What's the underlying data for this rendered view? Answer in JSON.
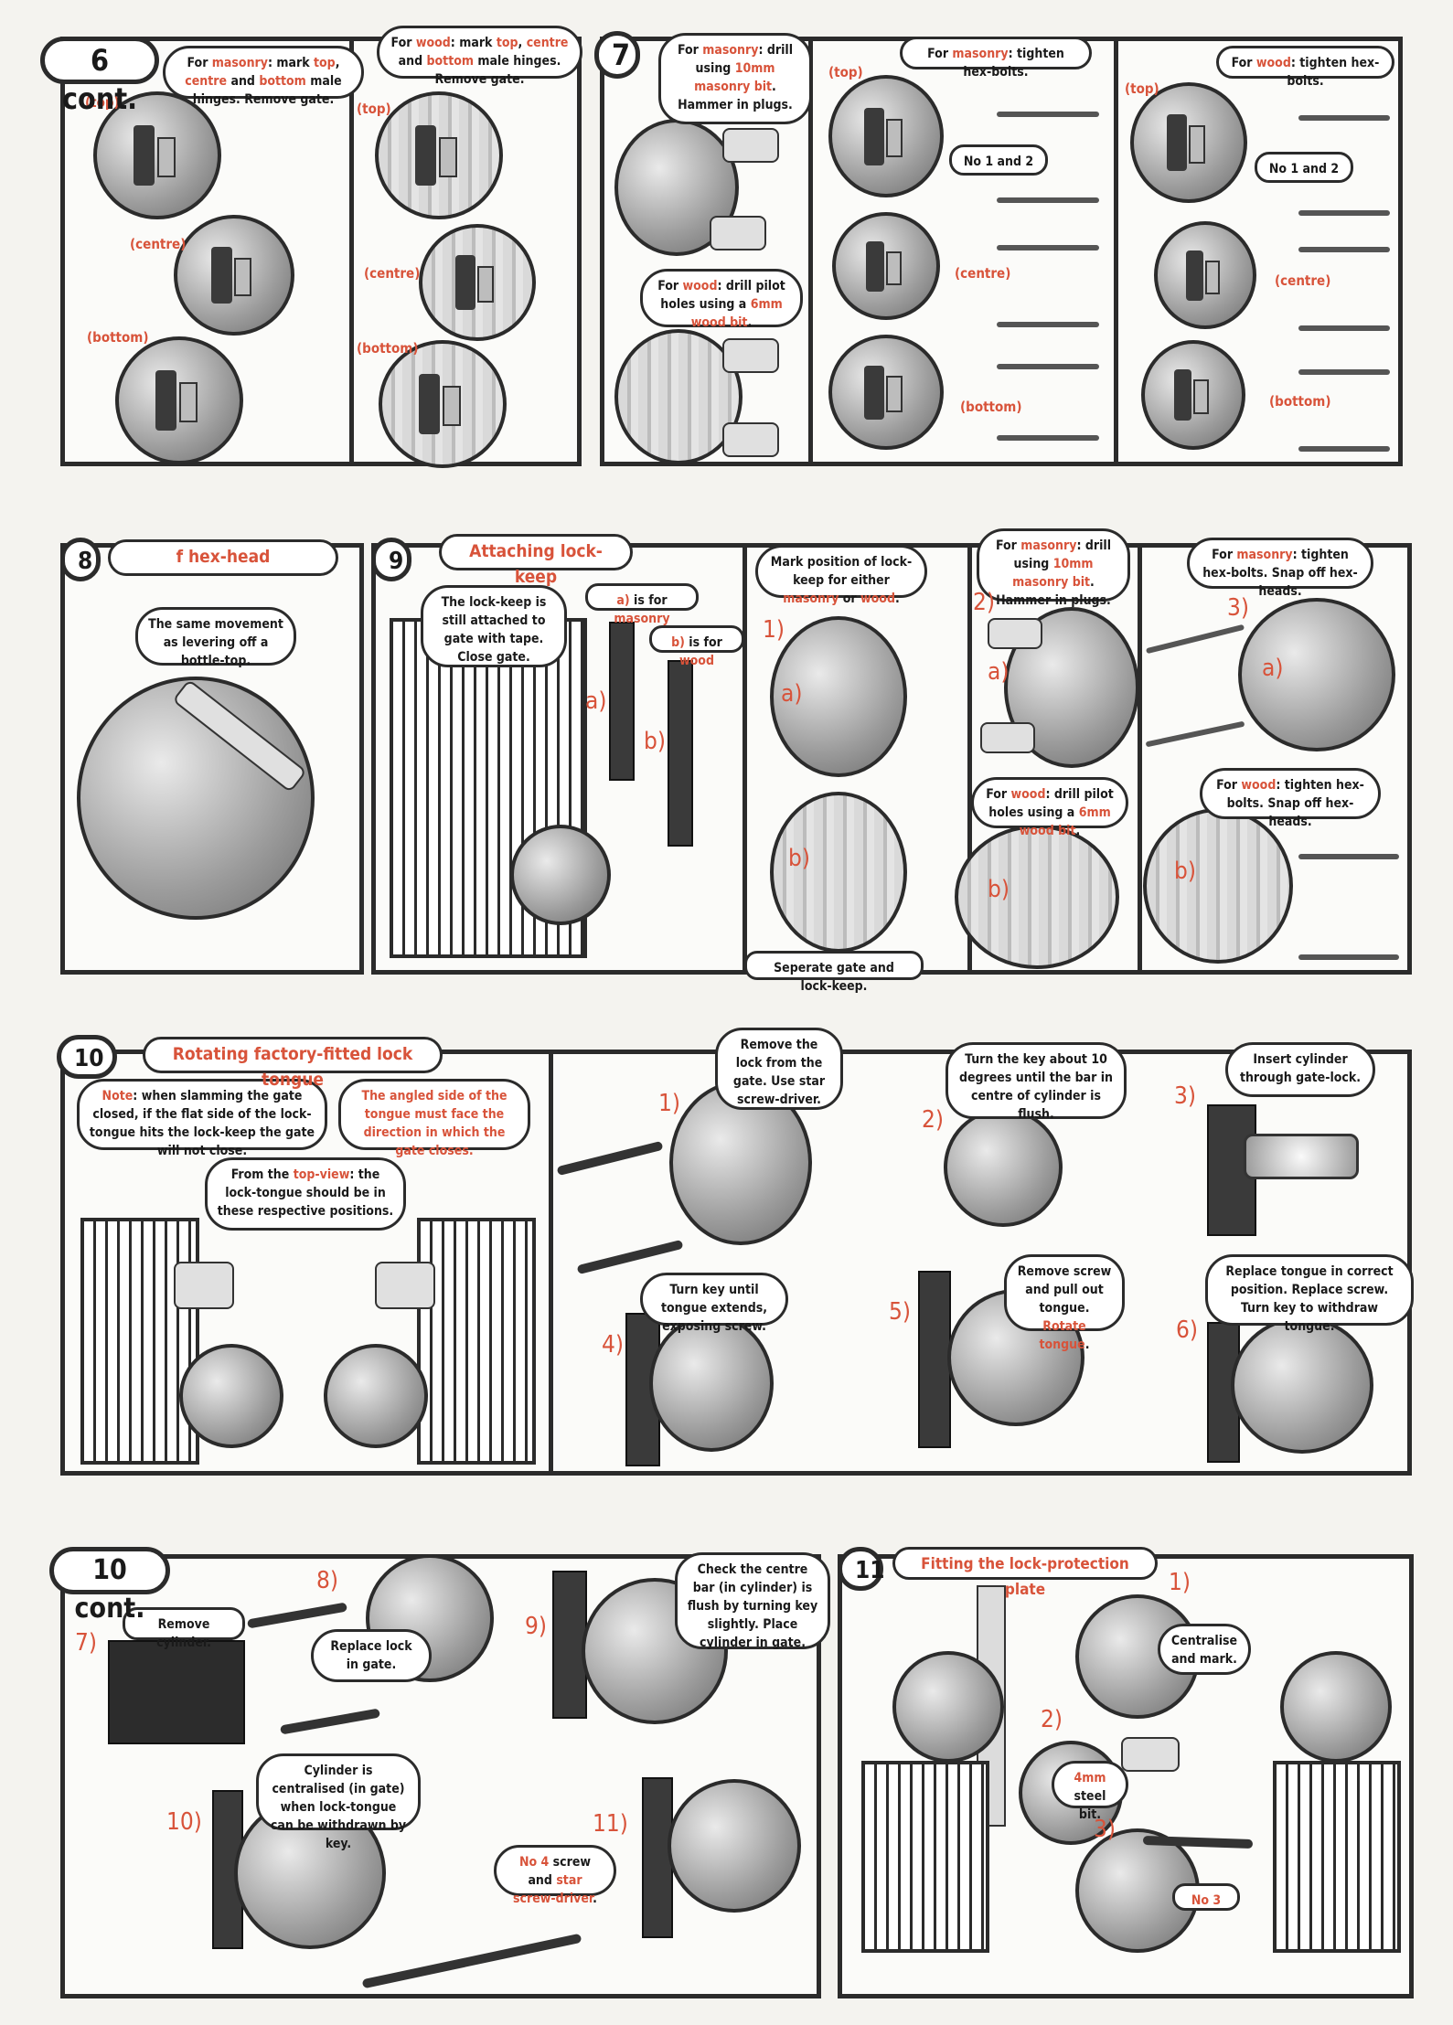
{
  "sections": {
    "s6": {
      "step": "6 cont.",
      "masonry_bubble": [
        "For ",
        "masonry",
        ": mark ",
        "top",
        ", ",
        "centre",
        " and ",
        "bottom",
        " male hinges. Remove gate."
      ],
      "wood_bubble": [
        "For ",
        "wood",
        ": mark ",
        "top",
        ", ",
        "centre",
        " and ",
        "bottom",
        " male hinges. Remove gate."
      ],
      "labels": {
        "top": "(top)",
        "centre": "(centre)",
        "bottom": "(bottom)"
      }
    },
    "s7": {
      "step": "7",
      "drill_masonry": [
        "For ",
        "masonry",
        ": drill using ",
        "10mm masonry bit",
        ". Hammer in plugs."
      ],
      "drill_wood": [
        "For ",
        "wood",
        ": drill pilot holes using a ",
        "6mm wood bit",
        "."
      ],
      "tighten_masonry": [
        "For ",
        "masonry",
        ": tighten hex-bolts."
      ],
      "tighten_wood": [
        "For ",
        "wood",
        ": tighten hex-bolts."
      ],
      "no12": "No 1 and 2",
      "labels": {
        "top": "(top)",
        "centre": "(centre)",
        "bottom": "(bottom)"
      }
    },
    "s8": {
      "step": "8",
      "title": "f hex-head",
      "bubble": "The same movement as levering off a bottle-top."
    },
    "s9": {
      "step": "9",
      "title": "Attaching lock-keep",
      "still_attached": "The lock-keep is still attached to gate with tape. Close gate.",
      "a_masonry": [
        "a)",
        " is for ",
        "masonry"
      ],
      "b_wood": [
        "b)",
        " is for ",
        "wood"
      ],
      "mark_position": [
        "Mark position of lock-keep for either ",
        "masonry",
        " or ",
        "wood",
        "."
      ],
      "drill_masonry": [
        "For ",
        "masonry",
        ": drill using ",
        "10mm masonry bit",
        ". Hammer in plugs."
      ],
      "drill_wood": [
        "For ",
        "wood",
        ": drill pilot holes using a ",
        "6mm wood bit",
        "."
      ],
      "tighten_masonry": [
        "For ",
        "masonry",
        ": tighten hex-bolts. Snap off hex-heads."
      ],
      "tighten_wood": [
        "For ",
        "wood",
        ": tighten hex-bolts. Snap off hex-heads."
      ],
      "separate": "Seperate gate and lock-keep.",
      "nums": {
        "n1": "1)",
        "n2": "2)",
        "n3": "3)",
        "a": "a)",
        "b": "b)"
      }
    },
    "s10": {
      "step": "10",
      "title": "Rotating factory-fitted lock tongue",
      "note": [
        "Note",
        ": when slamming the gate closed, if the flat side of the lock-tongue hits the lock-keep the gate will not close."
      ],
      "angled": "The angled side of the tongue must face the direction in which the gate closes.",
      "topview": [
        "From the ",
        "top-view",
        ": the lock-tongue should be in these respective positions."
      ],
      "step1": "Remove the lock from the gate. Use star screw-driver.",
      "step2": "Turn the key about 10 degrees until the bar in centre of cylinder is flush.",
      "step3": "Insert cylinder through gate-lock.",
      "step4": "Turn key until tongue extends, exposing screw.",
      "step5": [
        "Remove screw and pull out tongue. ",
        "Rotate tongue",
        "."
      ],
      "step6": "Replace tongue in correct position. Replace screw. Turn key to withdraw tongue.",
      "nums": {
        "n1": "1)",
        "n2": "2)",
        "n3": "3)",
        "n4": "4)",
        "n5": "5)",
        "n6": "6)"
      }
    },
    "s10c": {
      "step": "10 cont.",
      "remove_cyl": "Remove cylinder.",
      "replace_lock": "Replace lock in gate.",
      "check_bar": "Check the centre bar (in cylinder) is flush by turning key slightly. Place cylinder in gate.",
      "centralised": "Cylinder is centralised (in gate) when lock-tongue can be withdrawn by key.",
      "no4": [
        "No 4",
        " screw and ",
        "star screw-driver",
        "."
      ],
      "nums": {
        "n7": "7)",
        "n8": "8)",
        "n9": "9)",
        "n10": "10)",
        "n11": "11)"
      }
    },
    "s11": {
      "step": "11",
      "title": "Fitting the lock-protection plate",
      "centralise": "Centralise and mark.",
      "steel": [
        "4mm",
        " steel bit."
      ],
      "no3": "No 3",
      "nums": {
        "n1": "1)",
        "n2": "2)",
        "n3": "3)"
      }
    }
  }
}
